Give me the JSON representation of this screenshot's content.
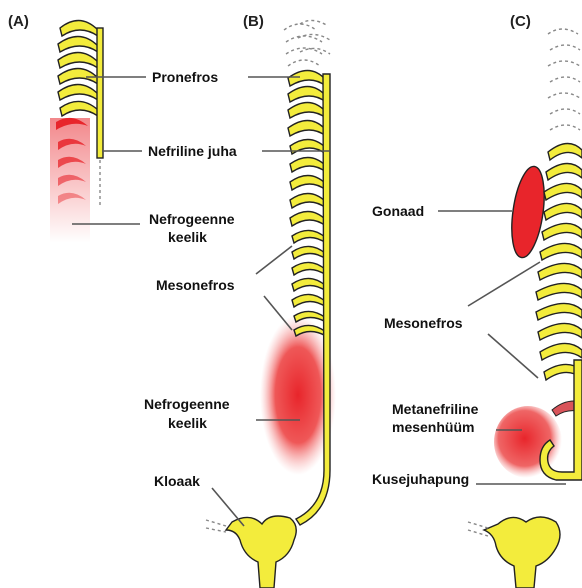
{
  "panels": {
    "a": "(A)",
    "b": "(B)",
    "c": "(C)"
  },
  "labels": {
    "pronefros": "Pronefros",
    "nefriline_juha": "Nefriline juha",
    "nefrogeenne_keelik_a_line1": "Nefrogeenne",
    "nefrogeenne_keelik_a_line2": "keelik",
    "gonaad": "Gonaad",
    "mesonefros_b": "Mesonefros",
    "mesonefros_c": "Mesonefros",
    "nefrogeenne_keelik_b_line1": "Nefrogeenne",
    "nefrogeenne_keelik_b_line2": "keelik",
    "metanefriline_line1": "Metanefriline",
    "metanefriline_line2": "mesenhüüm",
    "kloaak": "Kloaak",
    "kusejuhapung": "Kusejuhapung"
  },
  "colors": {
    "tubule_yellow": "#f3ec3c",
    "tissue_red": "#e8252b",
    "outline": "#222222"
  }
}
